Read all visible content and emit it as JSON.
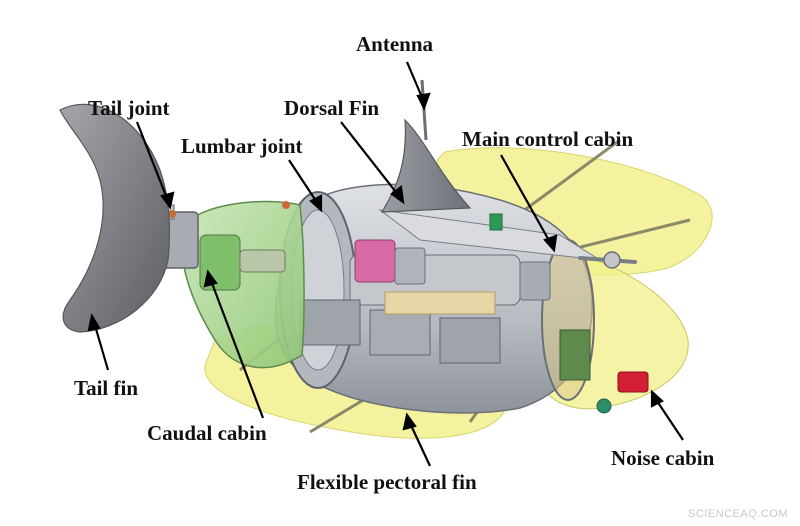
{
  "labels": {
    "antenna": "Antenna",
    "tail_joint": "Tail joint",
    "dorsal_fin": "Dorsal Fin",
    "lumbar_joint": "Lumbar joint",
    "main_control_cabin": "Main control cabin",
    "tail_fin": "Tail fin",
    "caudal_cabin": "Caudal cabin",
    "noise_cabin": "Noise cabin",
    "flexible_pectoral_fin": "Flexible pectoral fin"
  },
  "watermark": "SCIENCEAQ.COM",
  "colors": {
    "pectoral_fin": "#f2f08e",
    "caudal_cabin": "#a9d58f",
    "hull": "#c9ccd1",
    "dark_metal": "#7d828a",
    "tail_fin": "#8d8f94",
    "motor_pink": "#d76aa5",
    "noise_red": "#d31f33",
    "arrow": "#000000"
  }
}
